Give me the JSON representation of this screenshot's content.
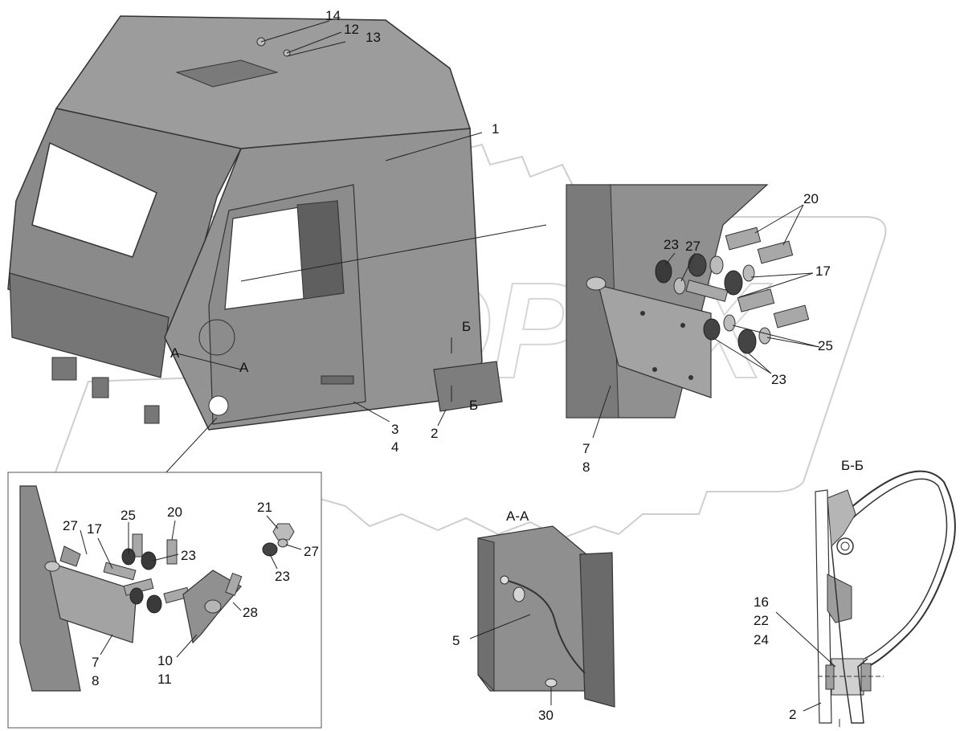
{
  "callouts": {
    "c14": "14",
    "c12": "12",
    "c13": "13",
    "c1": "1",
    "c20_top": "20",
    "c23_top": "23",
    "c27_top": "27",
    "c17_top": "17",
    "c25_top": "25",
    "c23_top_b": "23",
    "c3": "3",
    "c4": "4",
    "c2": "2",
    "c7_top": "7",
    "c8_top": "8",
    "c27_inset": "27",
    "c17_inset": "17",
    "c25_inset": "25",
    "c20_inset": "20",
    "c23_inset": "23",
    "c21_inset": "21",
    "c27_inset_b": "27",
    "c23_inset_b": "23",
    "c28_inset": "28",
    "c7_inset": "7",
    "c8_inset": "8",
    "c10_inset": "10",
    "c11_inset": "11",
    "c5": "5",
    "c30": "30",
    "c16": "16",
    "c22": "22",
    "c24": "24",
    "c2_bb": "2"
  },
  "markers": {
    "a_top": "A",
    "a_right": "A",
    "b_top": "Б",
    "b_bottom": "Б"
  },
  "sections": {
    "aa": "А-А",
    "bb": "Б-Б"
  },
  "watermark": {
    "text": "OPEX"
  },
  "colors": {
    "cab": "#8f8f8f",
    "cab_dark": "#6e6e6e",
    "cab_light": "#a8a8a8",
    "part": "#9a9a9a",
    "line": "#222222"
  }
}
